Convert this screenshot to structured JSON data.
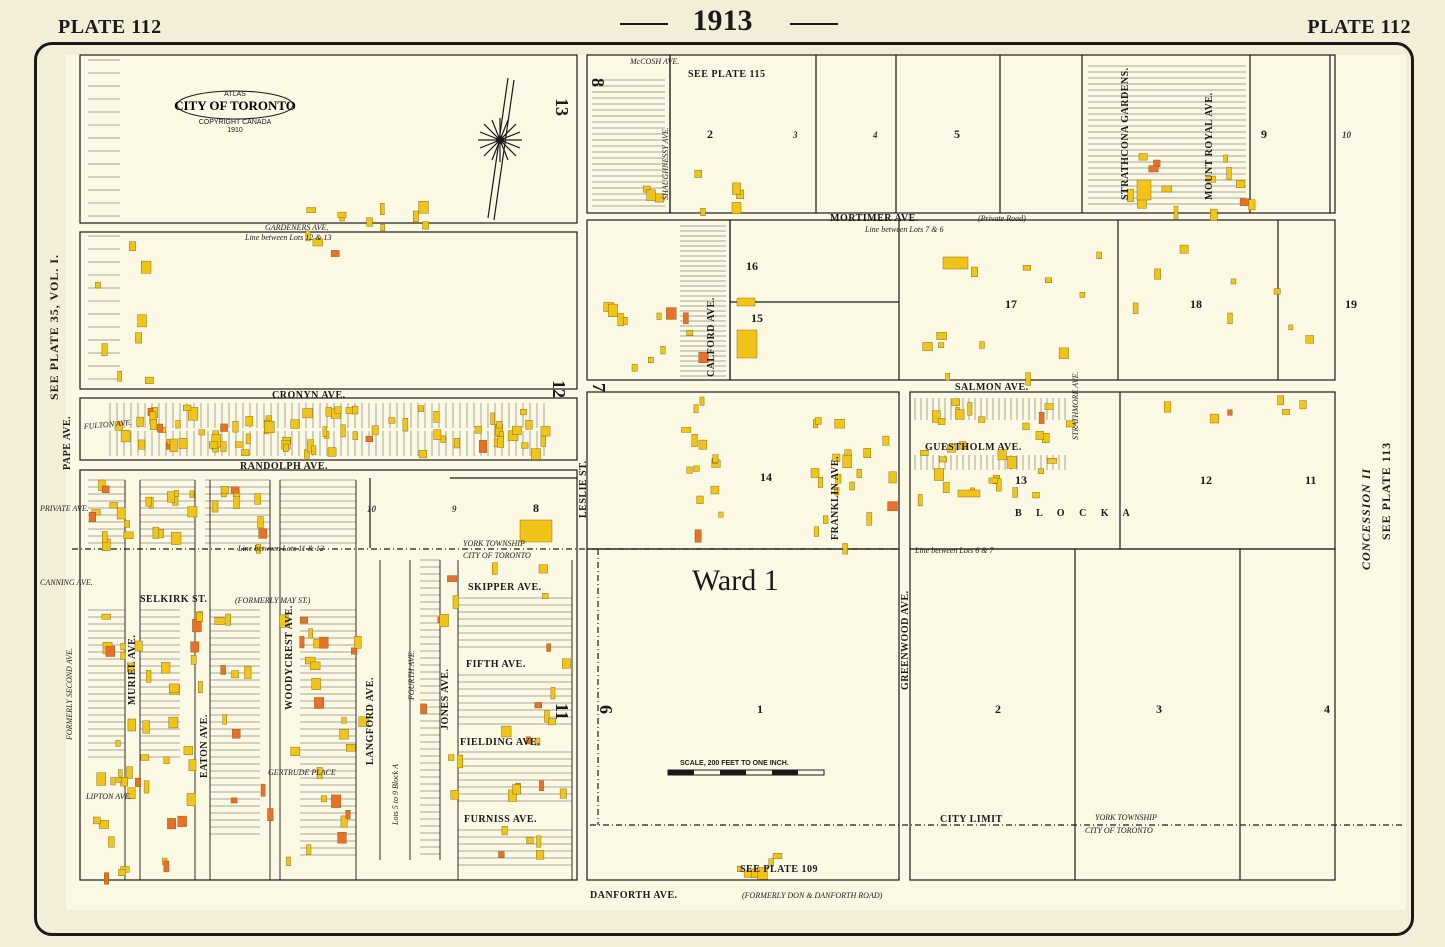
{
  "header": {
    "year": "1913",
    "plate_left": "PLATE 112",
    "plate_right": "PLATE 112"
  },
  "cartouche": {
    "line1": "ATLAS",
    "line2": "CITY OF TORONTO",
    "line3": "COPYRIGHT CANADA",
    "line4": "1910"
  },
  "streets": {
    "mccosh": "McCOSH AVE.",
    "gardeners": "GARDENERS AVE.",
    "gardeners_note": "Line between Lots 12 & 13",
    "mortimer": "MORTIMER AVE.",
    "mortimer_note": "(Private Road)",
    "mortimer_lots": "Line between Lots 7 & 6",
    "cronyn": "CRONYN AVE.",
    "salmon": "SALMON AVE.",
    "randolph": "RANDOLPH AVE.",
    "guestholm": "GUESTHOLM AVE.",
    "selkirk": "SELKIRK ST.",
    "selkirk_note": "(FORMERLY MAY ST.)",
    "skipper": "SKIPPER AVE.",
    "fifth": "FIFTH AVE.",
    "fielding": "FIELDING AVE.",
    "furniss": "FURNISS AVE.",
    "danforth": "DANFORTH AVE.",
    "danforth_note": "(FORMERLY DON & DANFORTH ROAD)",
    "pape": "PAPE AVE.",
    "leslie": "LESLIE ST.",
    "calford": "CALFORD AVE.",
    "franklin": "FRANKLIN AVE.",
    "greenwood": "GREENWOOD AVE.",
    "strathcona": "STRATHCONA GARDENS.",
    "mount_royal": "MOUNT ROYAL AVE.",
    "eaton": "EATON AVE.",
    "muriel": "MURIEL AVE.",
    "woodycrest": "WOODYCREST AVE.",
    "langford": "LANGFORD AVE.",
    "jones": "JONES AVE.",
    "fourth": "FOURTH AVE.",
    "gertrude": "GERTRUDE PLACE",
    "lipton": "LIPTON AVE.",
    "fulton": "FULTON AVE.",
    "private": "PRIVATE AVE.",
    "canning": "CANNING AVE.",
    "formerly_second": "FORMERLY SECOND AVE.",
    "shaughnessy": "SHAUGHNESSY AVE.",
    "strathmore": "STRATHMORE AVE."
  },
  "labels": {
    "see_115": "SEE PLATE 115",
    "see_109": "SEE PLATE 109",
    "see_left": "SEE PLATE 35, VOL. I.",
    "see_right": "SEE PLATE 113",
    "concession": "CONCESSION II",
    "ward": "Ward 1",
    "block_a": "B L O C K    A",
    "city_limit_1": "Line between Lots 11 & 12",
    "city_limit_2": "CITY  LIMIT",
    "york_township": "YORK TOWNSHIP",
    "city_of_toronto": "CITY OF TORONTO",
    "lots_block": "Lots 5 to 9 Block A",
    "line_lots_67": "Line between Lots 6 & 7",
    "scale": "SCALE, 200 FEET TO ONE INCH."
  },
  "lot_numbers": {
    "l13": "13",
    "l12": "12",
    "l11": "11",
    "l8": "8",
    "l7": "7",
    "l6": "6",
    "l2": "2",
    "l3": "3",
    "l4": "4",
    "l5": "5",
    "l9": "9",
    "l10": "10",
    "l16": "16",
    "l15": "15",
    "l17": "17",
    "l18": "18",
    "l19": "19",
    "l14": "14",
    "lb13": "13",
    "lb12": "12",
    "lb11": "11",
    "w1": "1",
    "w2": "2",
    "w3": "3",
    "w4": "4",
    "s10": "10",
    "s9": "9",
    "s8": "8"
  },
  "colors": {
    "paper": "#fbf8e4",
    "brick": "#f0c419",
    "stone": "#e8702a",
    "ink": "#1a1a1a"
  }
}
